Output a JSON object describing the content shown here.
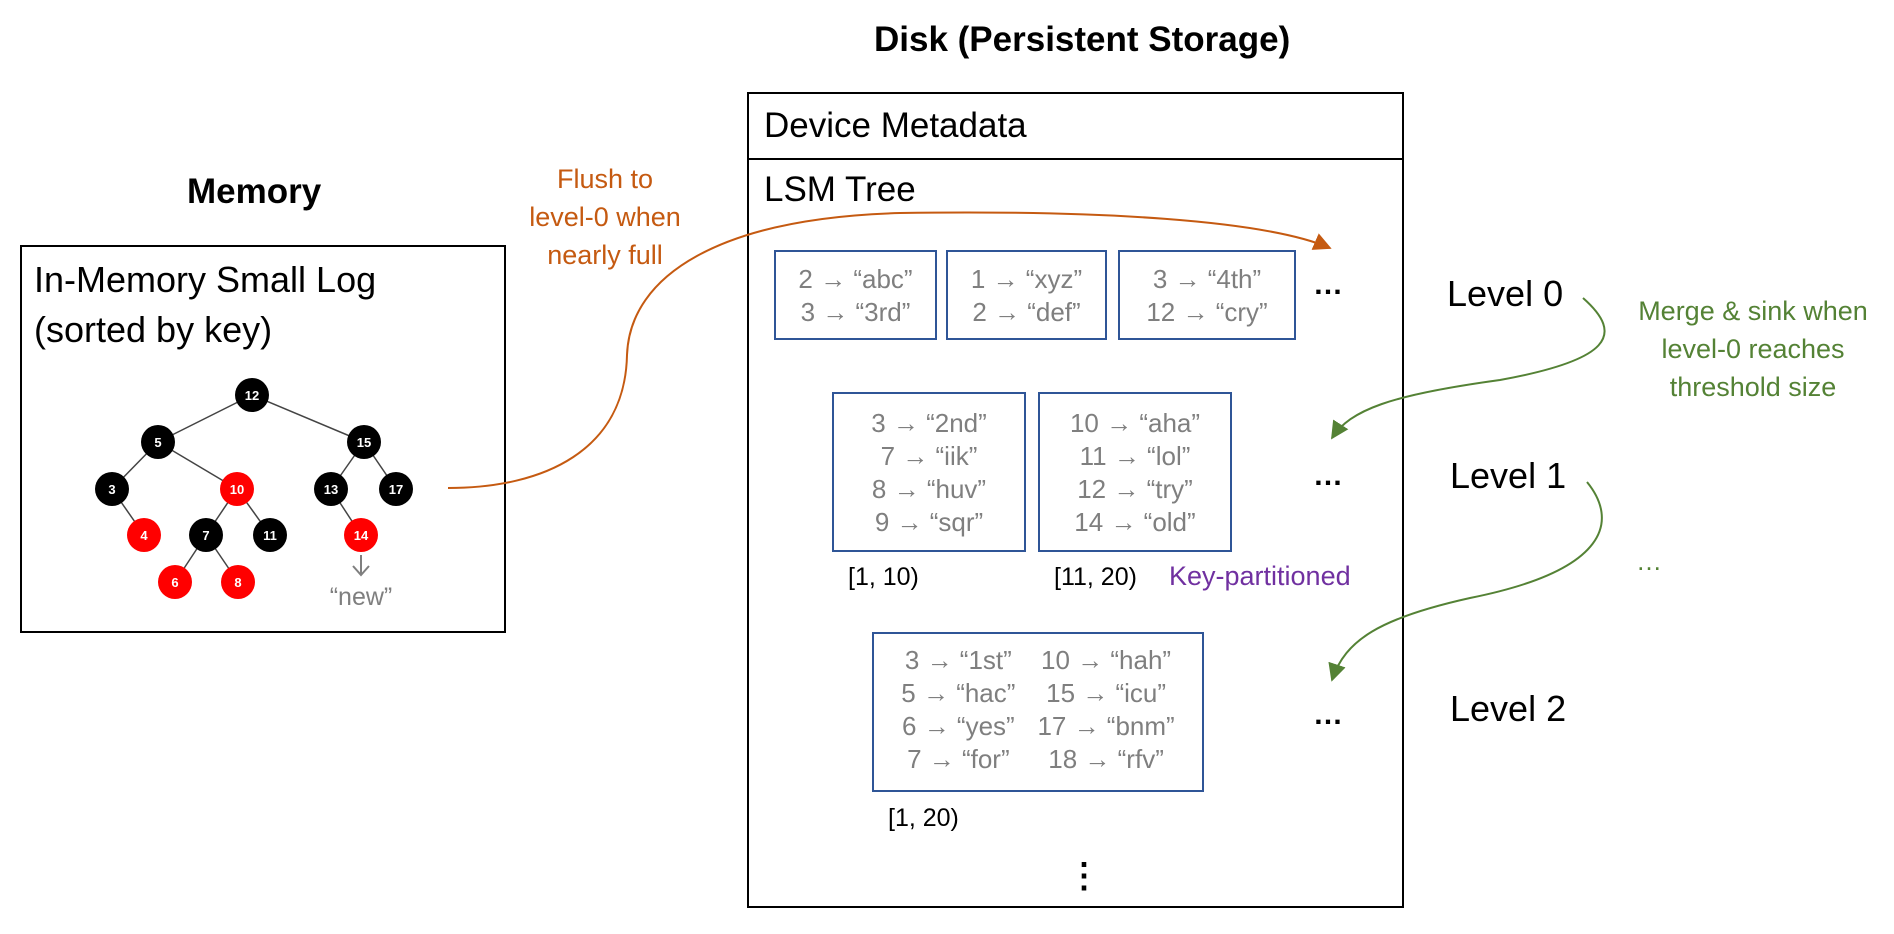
{
  "headings": {
    "disk": "Disk (Persistent Storage)",
    "memory": "Memory"
  },
  "memory_box": {
    "title_line1": "In-Memory Small Log",
    "title_line2": "(sorted by key)",
    "tree_nodes": [
      {
        "key": "12",
        "color": "black"
      },
      {
        "key": "5",
        "color": "black"
      },
      {
        "key": "15",
        "color": "black"
      },
      {
        "key": "3",
        "color": "black"
      },
      {
        "key": "10",
        "color": "red"
      },
      {
        "key": "13",
        "color": "black"
      },
      {
        "key": "17",
        "color": "black"
      },
      {
        "key": "4",
        "color": "red"
      },
      {
        "key": "7",
        "color": "black"
      },
      {
        "key": "11",
        "color": "black"
      },
      {
        "key": "14",
        "color": "red"
      },
      {
        "key": "6",
        "color": "red"
      },
      {
        "key": "8",
        "color": "red"
      }
    ],
    "new_value": "“new”"
  },
  "flush_annotation": {
    "line1": "Flush to",
    "line2": "level-0 when",
    "line3": "nearly full"
  },
  "disk_box": {
    "device_metadata": "Device Metadata",
    "lsm_tree": "LSM Tree",
    "bottom_ellipsis": "⋮"
  },
  "level0": {
    "label": "Level 0",
    "sstables": [
      {
        "rows": [
          "2 → “abc”",
          "3 → “3rd”"
        ]
      },
      {
        "rows": [
          "1 → “xyz”",
          "2 → “def”"
        ]
      },
      {
        "rows": [
          "3 → “4th”",
          "12 → “cry”"
        ]
      }
    ],
    "ellipsis": "…"
  },
  "level1": {
    "label": "Level 1",
    "sstables": [
      {
        "rows": [
          "3 → “2nd”",
          "7 → “iik”",
          "8 → “huv”",
          "9 → “sqr”"
        ],
        "range": "[1, 10)"
      },
      {
        "rows": [
          "10 → “aha”",
          "11 → “lol”",
          "12 → “try”",
          "14 → “old”"
        ],
        "range": "[11, 20)"
      }
    ],
    "ellipsis": "…",
    "key_partitioned": "Key-partitioned"
  },
  "level2": {
    "label": "Level 2",
    "sstable": {
      "left_rows": [
        "3 → “1st”",
        "5 → “hac”",
        "6 → “yes”",
        "7 → “for”"
      ],
      "right_rows": [
        "10 → “hah”",
        "15 → “icu”",
        "17 → “bnm”",
        "18 → “rfv”"
      ],
      "range": "[1, 20)"
    },
    "ellipsis": "…"
  },
  "merge_annotation": {
    "line1": "Merge & sink when",
    "line2": "level-0 reaches",
    "line3": "threshold size",
    "continuation": "…"
  },
  "colors": {
    "flush": "#c55a11",
    "merge": "#548235",
    "key_partitioned": "#7030a0",
    "sstable_border": "#2f5597",
    "value_text": "#7f7f7f",
    "node_red": "#ff0000",
    "node_black": "#000000"
  }
}
